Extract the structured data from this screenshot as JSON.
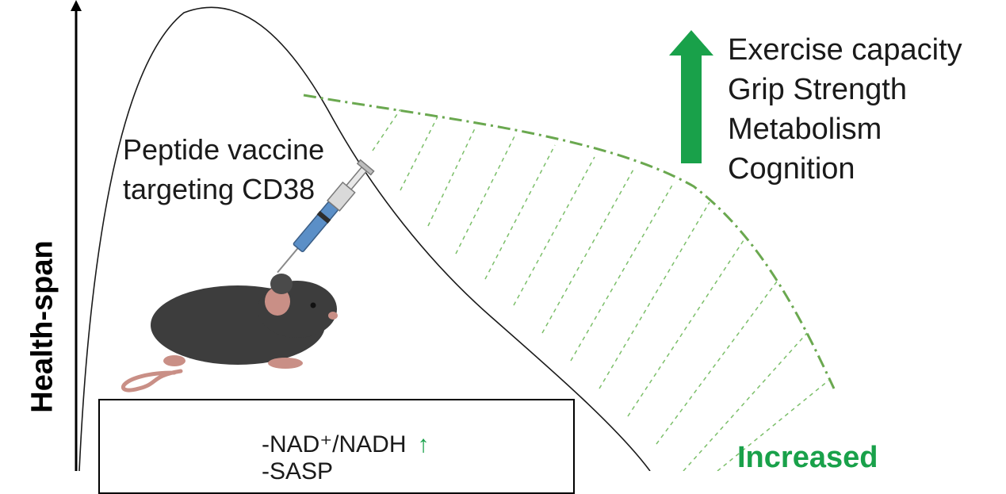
{
  "y_axis_label": "Health-span",
  "vaccine_label": {
    "line1": "Peptide vaccine",
    "line2": "targeting CD38"
  },
  "benefits": {
    "items": [
      "Exercise capacity",
      "Grip Strength",
      "Metabolism",
      "Cognition"
    ]
  },
  "markers": {
    "item1": "-NAD⁺/NADH",
    "item1_arrow": "↑",
    "item2": "-SASP"
  },
  "outcome_label": "Increased",
  "colors": {
    "green": "#19a14a",
    "curve_green": "#6aa84f",
    "mouse": "#3d3d3d",
    "syringe_blue": "#5b8fc7",
    "liver": "#a0524a"
  },
  "icons": [
    "up-arrow-icon",
    "syringe-icon",
    "mouse-icon",
    "liver-icon"
  ]
}
